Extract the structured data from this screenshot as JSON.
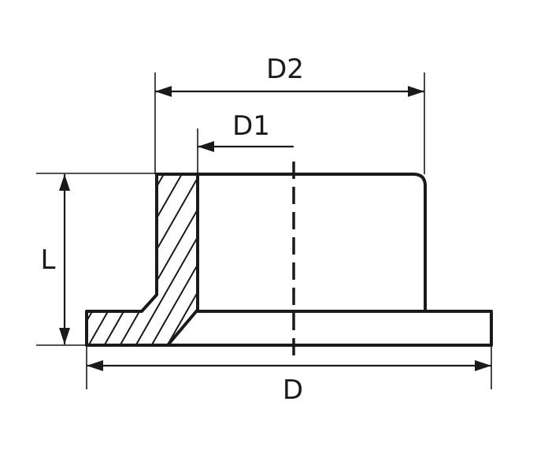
{
  "drawing": {
    "labels": {
      "d2": "D2",
      "d1": "D1",
      "l": "L",
      "d": "D"
    }
  }
}
